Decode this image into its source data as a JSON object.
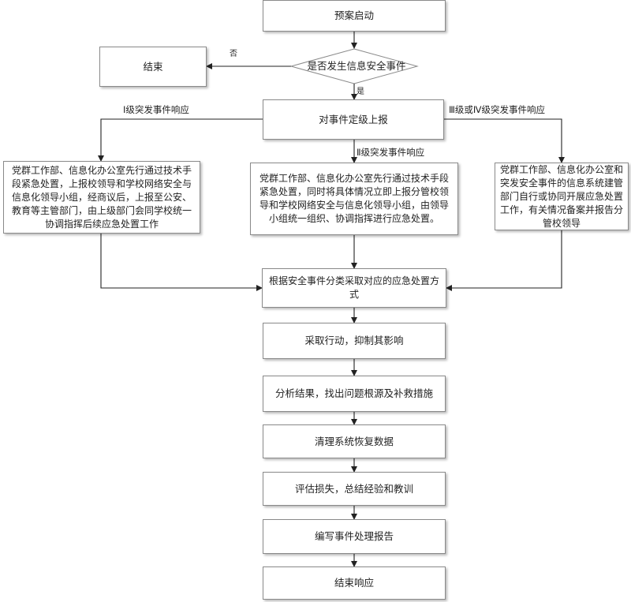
{
  "nodes": {
    "start": "预案启动",
    "end_left": "结束",
    "decision": "是否发生信息安全事件",
    "grade_report": "对事件定级上报",
    "left_action": "党群工作部、信息化办公室先行通过技术手段紧急处置，上报校领导和学校网络安全与信息化领导小组，经商议后，上报至公安、教育等主管部门，由上级部门会同学校统一协调指挥后续应急处置工作",
    "middle_action": "党群工作部、信息化办公室先行通过技术手段紧急处置，同时将具体情况立即上报分管校领导和学校网络安全与信息化领导小组，由领导小组统一组织、协调指挥进行应急处置。",
    "right_action": "党群工作部、信息化办公室和突发安全事件的信息系统建管部门自行或协同开展应急处置工作，有关情况备案并报告分管校领导",
    "classify": "根据安全事件分类采取对应的应急处置方式",
    "take_action": "采取行动，抑制其影响",
    "analyze": "分析结果，找出问题根源及补救措施",
    "cleanup": "清理系统恢复数据",
    "evaluate": "评估损失，总结经验和教训",
    "report": "编写事件处理报告",
    "end_response": "结束响应"
  },
  "edge_labels": {
    "no": "否",
    "yes": "是",
    "level_1": "Ⅰ级突发事件响应",
    "level_2": "Ⅱ级突发事件响应",
    "level_3_4": "Ⅲ级或Ⅳ级突发事件响应"
  }
}
